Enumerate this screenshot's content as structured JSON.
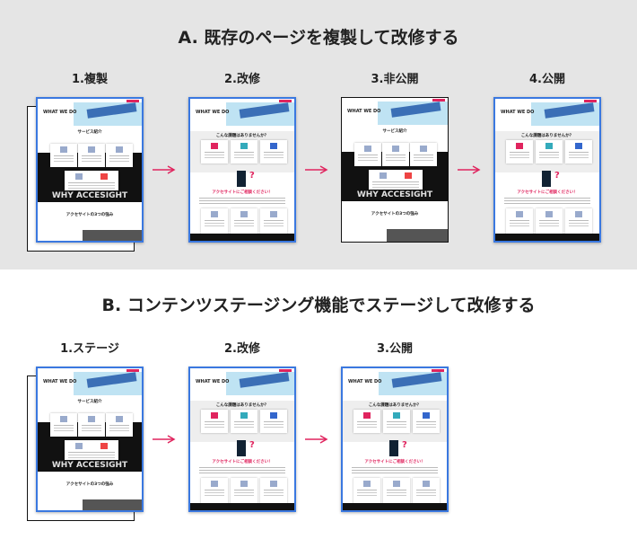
{
  "section_a": {
    "title": "A. 既存のページを複製して改修する",
    "steps": [
      {
        "label": "1.複製",
        "variant": "old",
        "stacked": true,
        "border": "blue"
      },
      {
        "label": "2.改修",
        "variant": "new",
        "stacked": false,
        "border": "blue"
      },
      {
        "label": "3.非公開",
        "variant": "old",
        "stacked": false,
        "border": "black"
      },
      {
        "label": "4.公開",
        "variant": "new",
        "stacked": false,
        "border": "blue"
      }
    ]
  },
  "section_b": {
    "title": "B. コンテンツステージング機能でステージして改修する",
    "steps": [
      {
        "label": "1.ステージ",
        "variant": "old",
        "stacked": true,
        "border": "blue"
      },
      {
        "label": "2.改修",
        "variant": "new",
        "stacked": false,
        "border": "blue"
      },
      {
        "label": "3.公開",
        "variant": "new",
        "stacked": false,
        "border": "blue"
      }
    ]
  },
  "thumb_text": {
    "hero": "WHAT WE DO",
    "old_heading": "サービス紹介",
    "old_why": "WHY ACCESIGHT",
    "old_strengths": "アクセサイトの3つの強み",
    "new_heading": "こんな課題はありませんか？",
    "new_cta": "アクセサイトにご相談ください！"
  },
  "colors": {
    "arrow": "#e0245e",
    "border_blue": "#3a78e0",
    "background_a": "#e5e5e5"
  }
}
